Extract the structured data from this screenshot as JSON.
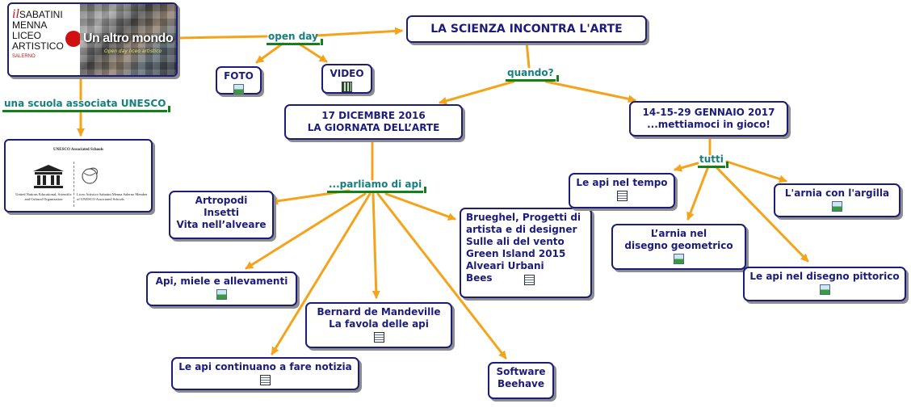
{
  "logo": {
    "line_il": "il",
    "line1": "SABATINI",
    "line2": "MENNA",
    "line3": "LICEO",
    "line4": "ARTISTICO",
    "city": "SALERNO",
    "title": "Un altro mondo",
    "subtitle": "Open day liceo artistico"
  },
  "unesco_card": {
    "header": "UNESCO Associated Schools",
    "left_text": "United Nations Educational, Scientific and Cultural Organization",
    "right_text": "Liceo Artistico Sabatini Menna Salerno Member of UNESCO Associated Schools"
  },
  "labels": {
    "open_day": "open day",
    "unesco": "una scuola associata UNESCO",
    "quando": "quando?",
    "parliamo": "...parliamo di api",
    "tutti": "tutti"
  },
  "nodes": {
    "main": "LA SCIENZA INCONTRA L'ARTE",
    "foto": "FOTO",
    "video": "VIDEO",
    "dicembre": [
      "17 DICEMBRE 2016",
      "LA GIORNATA DELL’ARTE"
    ],
    "gennaio": [
      "14-15-29 GENNAIO 2017",
      "...mettiamoci in gioco!"
    ],
    "artropodi": [
      "Artropodi",
      "Insetti",
      "Vita nell’alveare"
    ],
    "miele": "Api, miele e allevamenti",
    "notizia": "Le api continuano a fare notizia",
    "mandeville": [
      "Bernard de Mandeville",
      "La favola delle api"
    ],
    "software": [
      "Software",
      "Beehave"
    ],
    "brueghel": [
      "Brueghel, Progetti di",
      "artista e di designer",
      "Sulle ali del vento",
      "Green Island 2015",
      "Alveari Urbani",
      "Bees"
    ],
    "tempo": "Le api nel tempo",
    "argilla": "L'arnia con l'argilla",
    "geometrico": [
      "L’arnia nel",
      "disegno geometrico"
    ],
    "pittorico": "Le api nel disegno pittorico"
  },
  "colors": {
    "link": "#f4a31b",
    "node_border": "#1c1c7a",
    "label_text": "#167f7f",
    "label_bar": "#14801c"
  }
}
